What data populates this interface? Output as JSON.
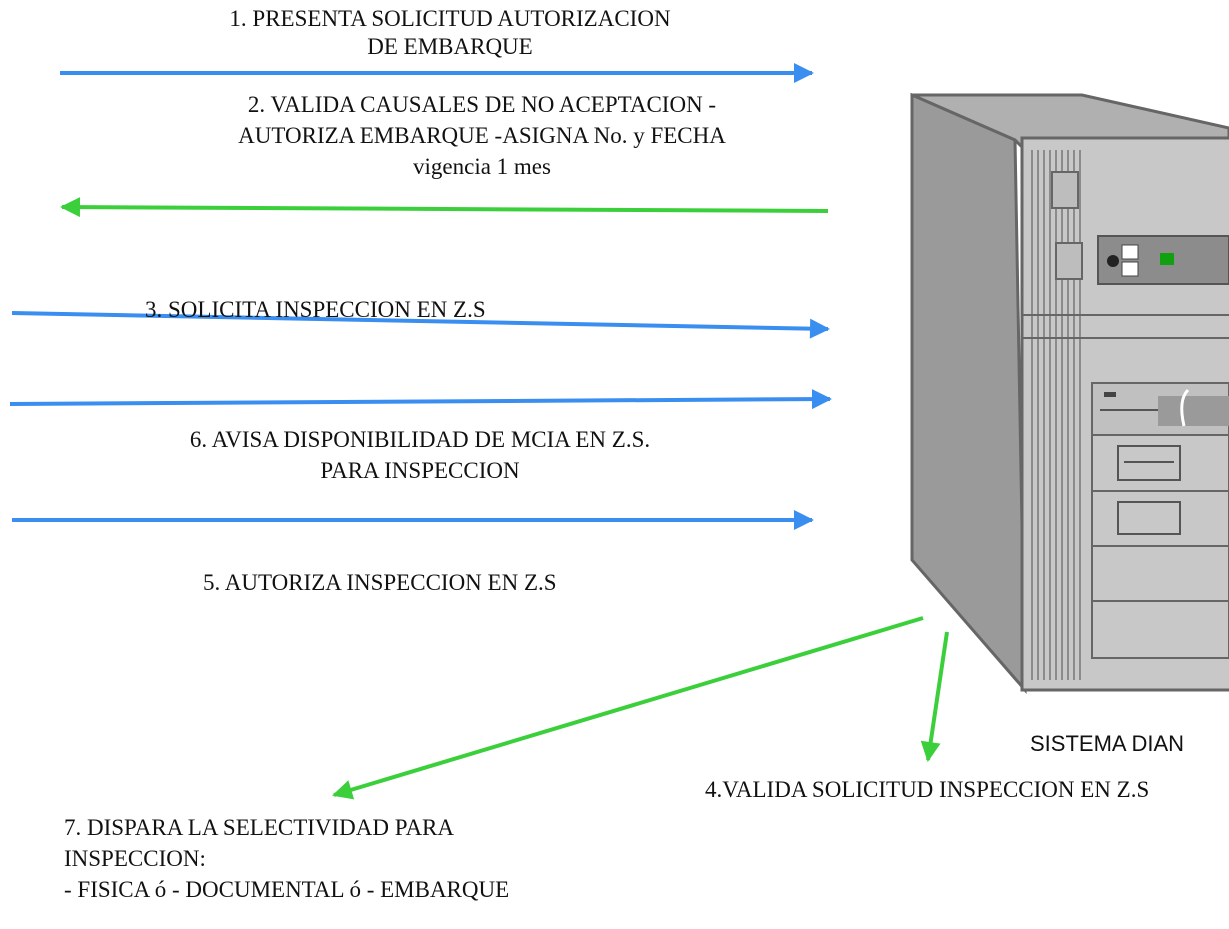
{
  "steps": {
    "s1": [
      "1. PRESENTA SOLICITUD   AUTORIZACION",
      "DE EMBARQUE"
    ],
    "s2": [
      "2. VALIDA  CAUSALES DE NO ACEPTACION -",
      "AUTORIZA EMBARQUE -ASIGNA  No. y  FECHA",
      "vigencia 1 mes"
    ],
    "s3": "3. SOLICITA INSPECCION EN Z.S",
    "s6": [
      "6. AVISA DISPONIBILIDAD DE  MCIA EN Z.S.",
      "PARA INSPECCION"
    ],
    "s5": "5. AUTORIZA INSPECCION EN Z.S",
    "s4": "4.VALIDA SOLICITUD INSPECCION EN Z.S",
    "s7": [
      "7. DISPARA LA SELECTIVIDAD PARA",
      "INSPECCION:",
      "- FISICA  ó - DOCUMENTAL ó  - EMBARQUE"
    ]
  },
  "system_label": "SISTEMA DIAN",
  "colors": {
    "blue": "#3a8ef0",
    "green": "#3bd03b",
    "case_front": "#c8c8c8",
    "case_side": "#9a9a9a",
    "outline": "#666666",
    "led": "#10a010"
  },
  "icons": [
    "computer-tower-icon"
  ]
}
